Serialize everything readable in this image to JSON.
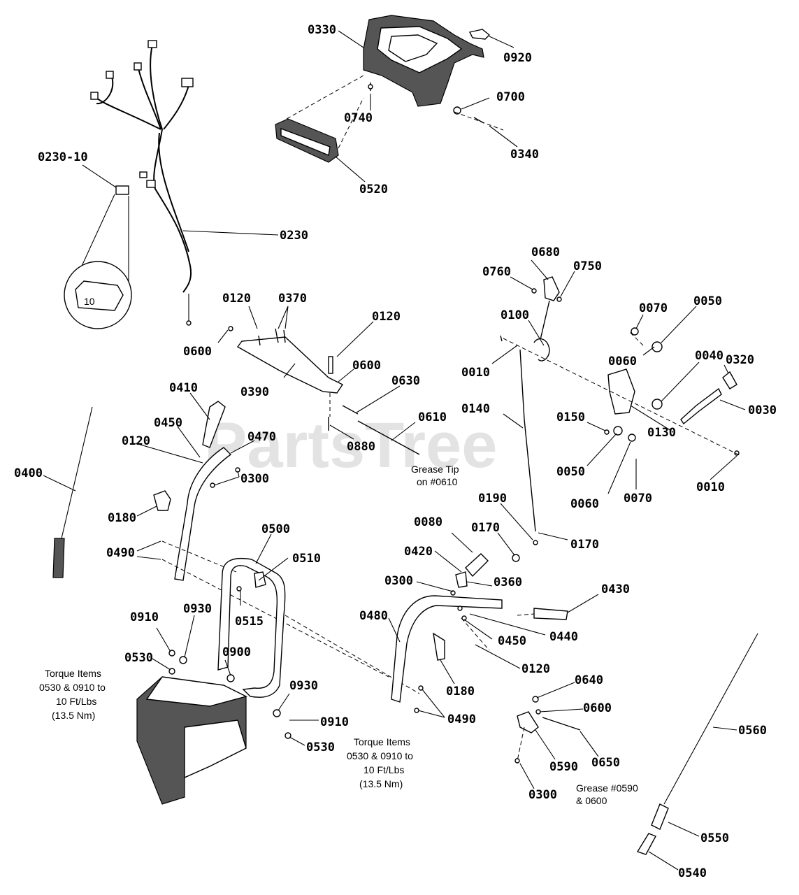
{
  "watermark": "PartsTree",
  "labels": {
    "p0330": "0330",
    "p0920": "0920",
    "p0700": "0700",
    "p0740": "0740",
    "p0340": "0340",
    "p0520": "0520",
    "p0230_10": "0230-10",
    "p0230": "0230",
    "p0680": "0680",
    "p0760": "0760",
    "p0750": "0750",
    "p0100": "0100",
    "p0070a": "0070",
    "p0050a": "0050",
    "p0060a": "0060",
    "p0040": "0040",
    "p0320": "0320",
    "p0010a": "0010",
    "p0030": "0030",
    "p0130": "0130",
    "p0150": "0150",
    "p0050b": "0050",
    "p0060b": "0060",
    "p0070b": "0070",
    "p0010b": "0010",
    "p0140": "0140",
    "p0120a": "0120",
    "p0370": "0370",
    "p0120b": "0120",
    "p0600a": "0600",
    "p0600b": "0600",
    "p0390": "0390",
    "p0630": "0630",
    "p0880": "0880",
    "p0610": "0610",
    "p0410": "0410",
    "p0450a": "0450",
    "p0470": "0470",
    "p0120c": "0120",
    "p0300a": "0300",
    "p0400": "0400",
    "p0180a": "0180",
    "p0490a": "0490",
    "p0500": "0500",
    "p0510": "0510",
    "p0515": "0515",
    "p0910a": "0910",
    "p0930a": "0930",
    "p0530a": "0530",
    "p0900": "0900",
    "p0930b": "0930",
    "p0910b": "0910",
    "p0530b": "0530",
    "p0190": "0190",
    "p0170a": "0170",
    "p0170b": "0170",
    "p0080": "0080",
    "p0420": "0420",
    "p0300b": "0300",
    "p0360": "0360",
    "p0430": "0430",
    "p0480": "0480",
    "p0440": "0440",
    "p0450b": "0450",
    "p0120d": "0120",
    "p0180b": "0180",
    "p0490b": "0490",
    "p0640": "0640",
    "p0600c": "0600",
    "p0590": "0590",
    "p0650": "0650",
    "p0300c": "0300",
    "p0560": "0560",
    "p0550": "0550",
    "p0540": "0540"
  },
  "notes": {
    "grease_tip_1": "Grease Tip",
    "grease_tip_2": "on #0610",
    "torque_left_1": "Torque Items",
    "torque_left_2": "0530 & 0910 to",
    "torque_left_3": "10 Ft/Lbs",
    "torque_left_4": "(13.5 Nm)",
    "torque_mid_1": "Torque Items",
    "torque_mid_2": "0530 & 0910 to",
    "torque_mid_3": "10 Ft/Lbs",
    "torque_mid_4": "(13.5 Nm)",
    "grease_590_1": "Grease #0590",
    "grease_590_2": "& 0600"
  },
  "fuse_value": "10"
}
